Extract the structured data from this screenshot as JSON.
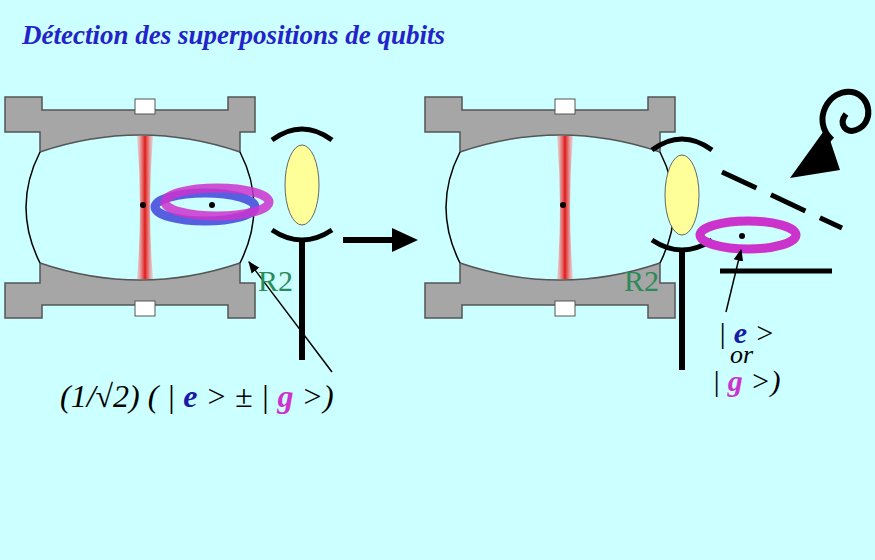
{
  "diagram": {
    "title": "Détection des superpositions de qubits",
    "labels": [
      "R2",
      "(1/√2) ( | e > ± | g >)",
      "R2",
      "| e >",
      "or",
      "| g >)"
    ]
  }
}
